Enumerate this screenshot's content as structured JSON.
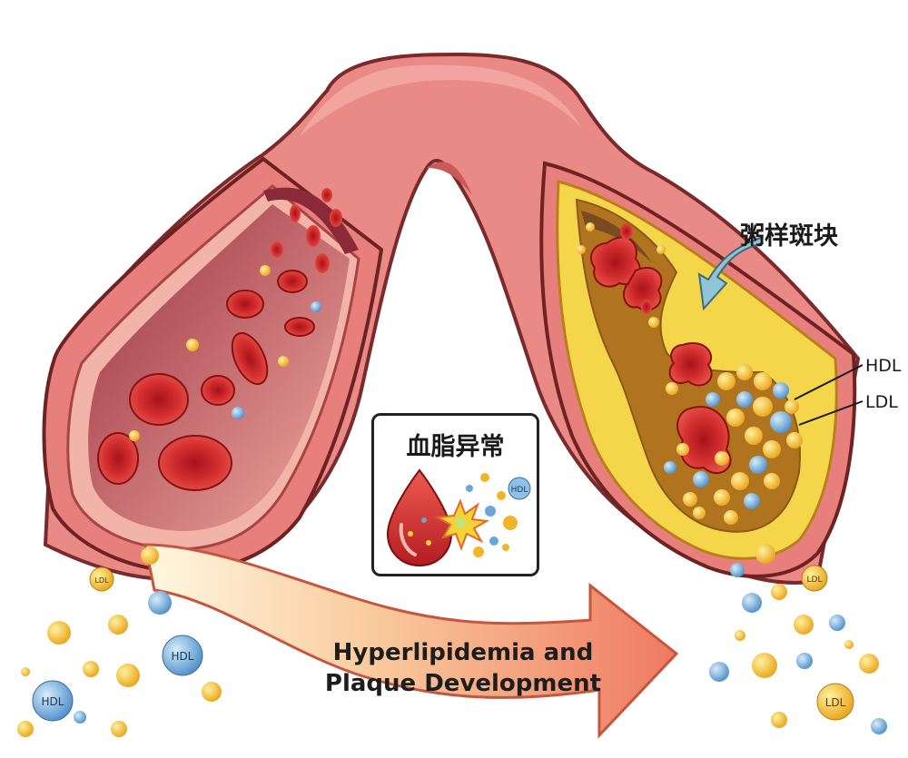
{
  "labels": {
    "plaque": "粥样斑块",
    "hdl": "HDL",
    "ldl": "LDL",
    "inset_title": "血脂异常",
    "inset_particle": "HDL",
    "arrow_line1": "Hyperlipidemia and",
    "arrow_line2": "Plaque Development"
  },
  "particle_tags": {
    "ldl": "LDL",
    "hdl": "HDL"
  },
  "colors": {
    "vessel_wall": "#e27d7a",
    "vessel_dark": "#b94a4a",
    "lumen": "#c9504f",
    "plaque_yellow": "#f5d64a",
    "plaque_core": "#c48a2c",
    "red_cell": "#cf2c2c",
    "ldl_particle": "#f2b52a",
    "hdl_particle": "#6aa6d8",
    "arrow_start": "#fff3c8",
    "arrow_end": "#ef7c64",
    "pointer_arrow": "#8fc5d6"
  }
}
